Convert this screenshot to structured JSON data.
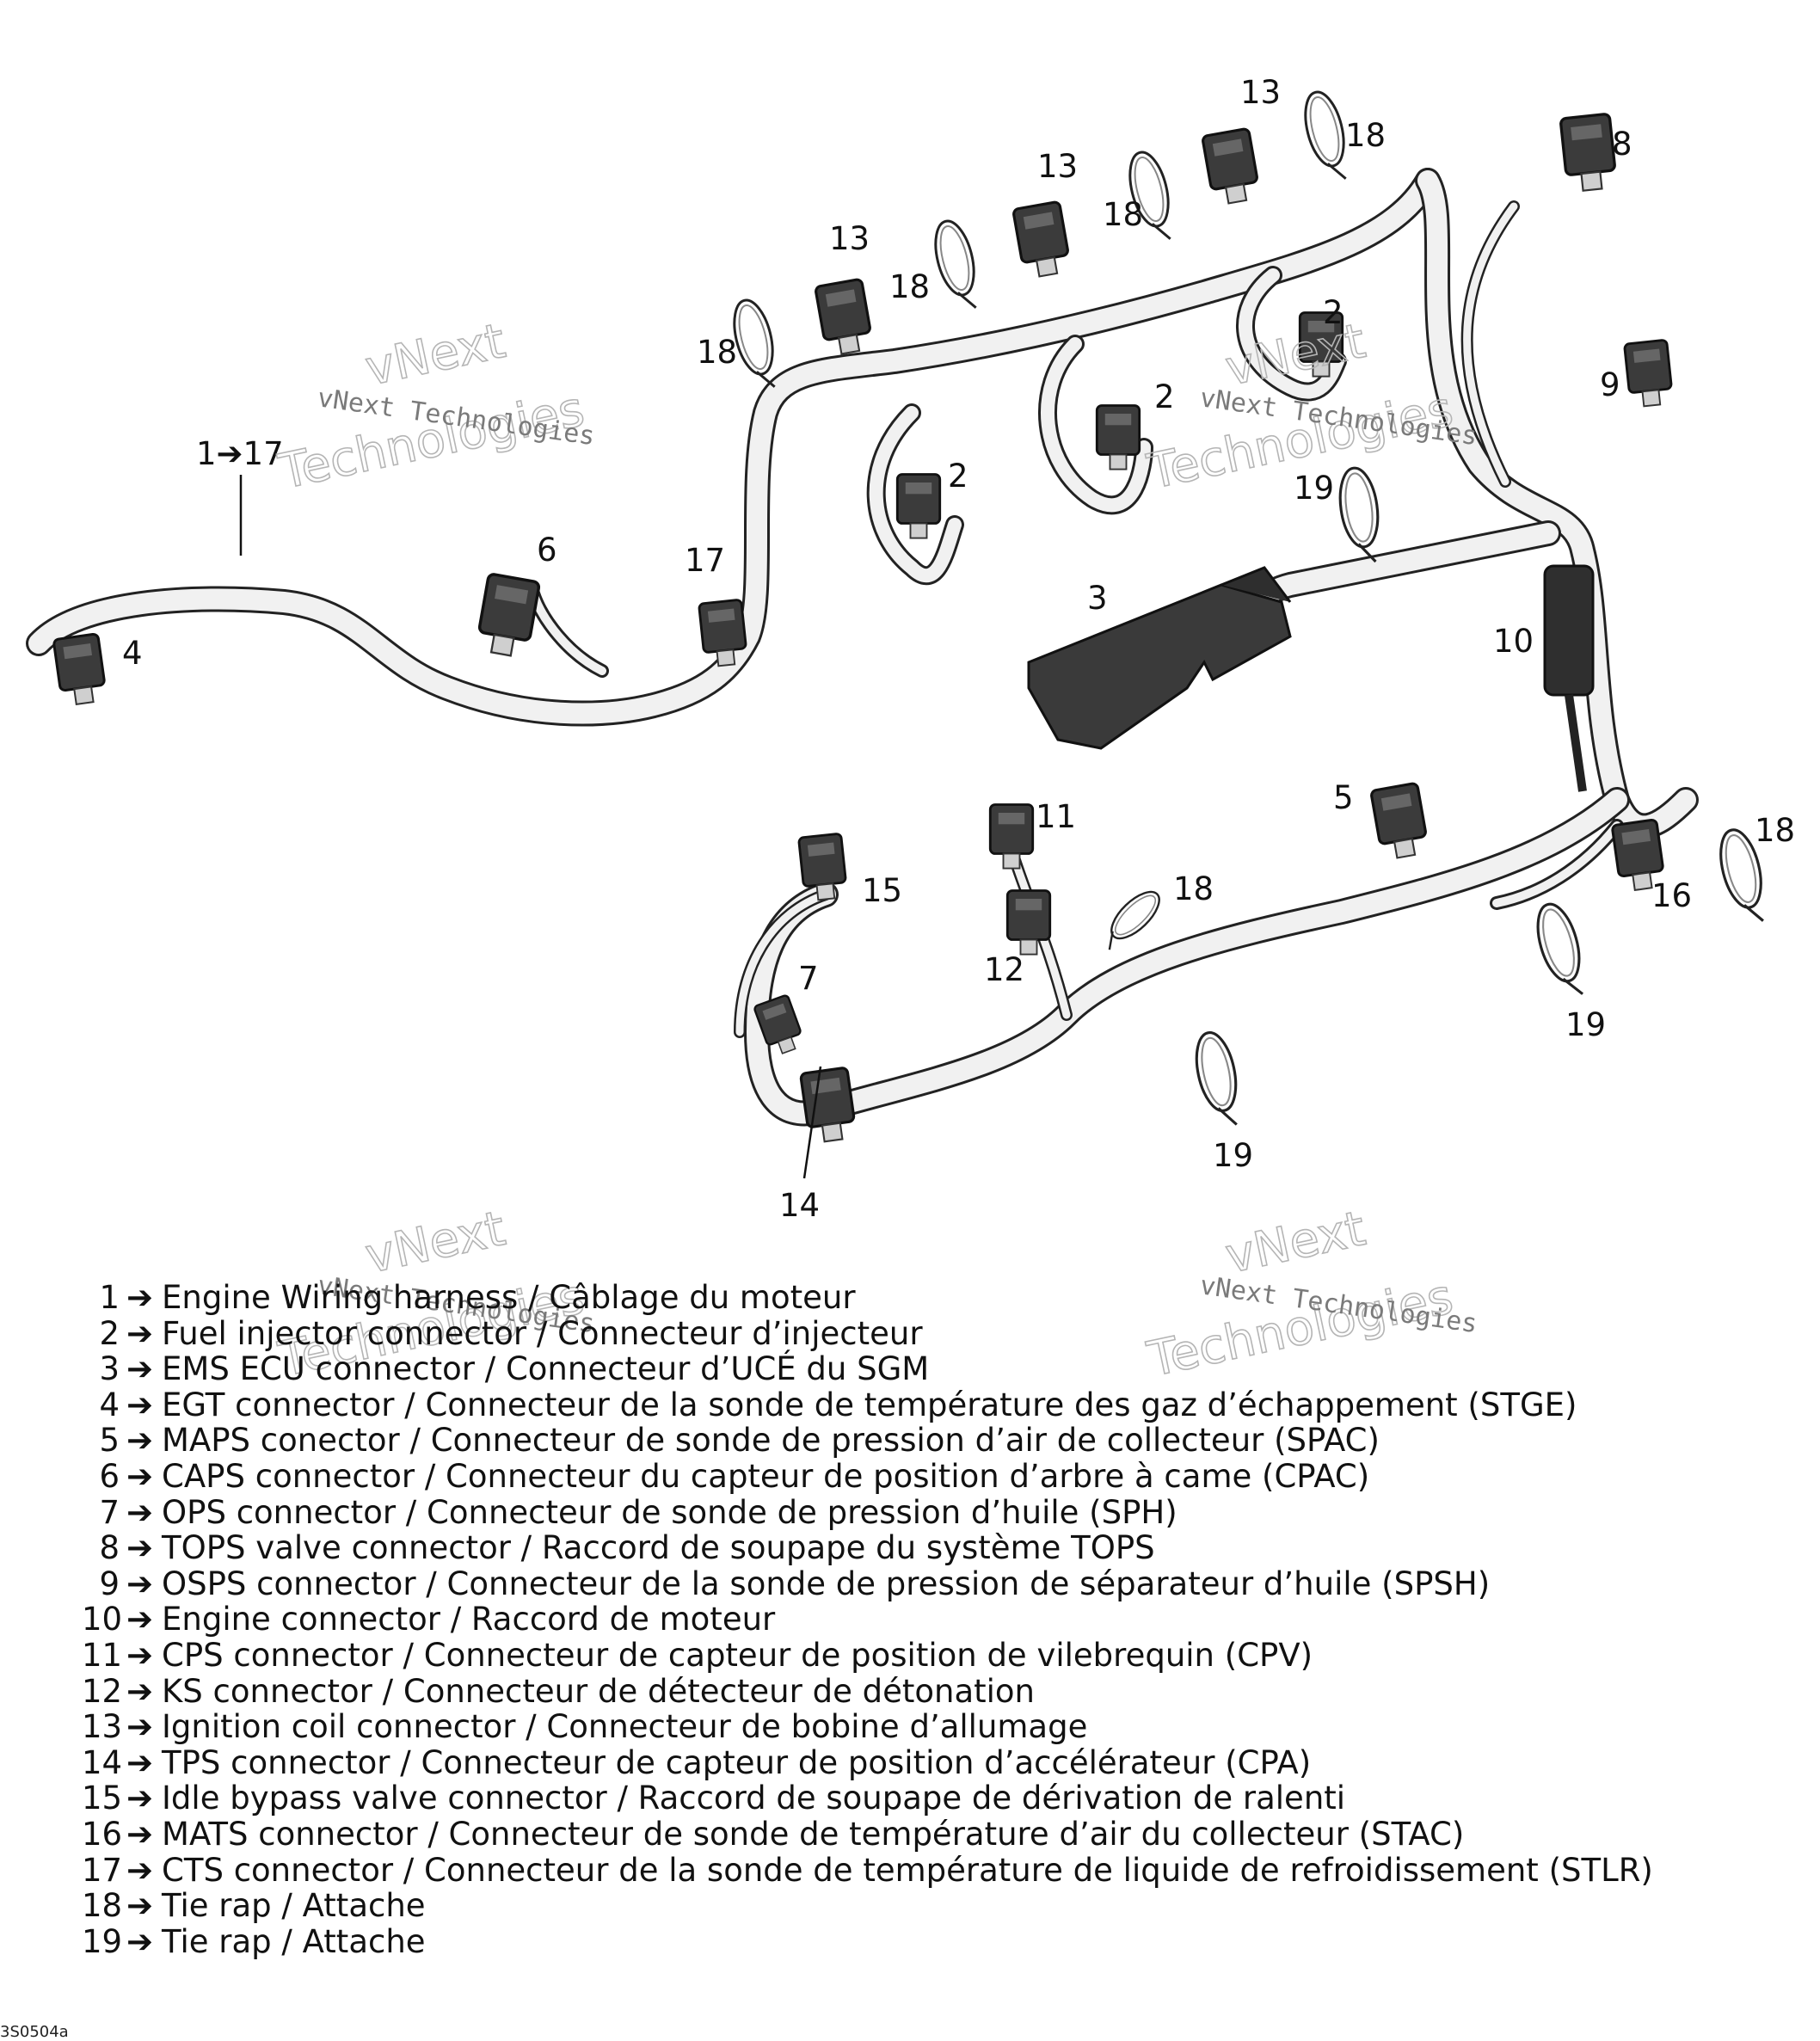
{
  "callouts": {
    "c1_17": "1➔17",
    "c2": "2",
    "c3": "3",
    "c4": "4",
    "c5": "5",
    "c6": "6",
    "c7": "7",
    "c8": "8",
    "c9": "9",
    "c10": "10",
    "c11": "11",
    "c12": "12",
    "c13": "13",
    "c14": "14",
    "c15": "15",
    "c16": "16",
    "c17": "17",
    "c18": "18",
    "c19": "19"
  },
  "watermark": {
    "brand": "vNext Technologies",
    "word1": "vNext",
    "word2": "Technologies"
  },
  "legend": {
    "arrow": "➔",
    "items": [
      {
        "num": "1",
        "text": "Engine Wiring harness / Câblage du moteur"
      },
      {
        "num": "2",
        "text": "Fuel injector connector / Connecteur d’injecteur"
      },
      {
        "num": "3",
        "text": "EMS ECU connector / Connecteur d’UCÉ du SGM"
      },
      {
        "num": "4",
        "text": "EGT connector / Connecteur de la sonde de température des gaz d’échappement (STGE)"
      },
      {
        "num": "5",
        "text": "MAPS conector / Connecteur de sonde de pression d’air de collecteur (SPAC)"
      },
      {
        "num": "6",
        "text": "CAPS connector / Connecteur du capteur de position d’arbre à came (CPAC)"
      },
      {
        "num": "7",
        "text": "OPS connector / Connecteur de sonde de pression d’huile (SPH)"
      },
      {
        "num": "8",
        "text": "TOPS valve connector / Raccord de soupape du système TOPS"
      },
      {
        "num": "9",
        "text": "OSPS connector / Connecteur de la sonde de pression de séparateur d’huile (SPSH)"
      },
      {
        "num": "10",
        "text": "Engine connector / Raccord de moteur"
      },
      {
        "num": "11",
        "text": "CPS connector / Connecteur de capteur de position de vilebrequin (CPV)"
      },
      {
        "num": "12",
        "text": "KS connector / Connecteur de détecteur de détonation"
      },
      {
        "num": "13",
        "text": "Ignition coil connector / Connecteur de bobine d’allumage"
      },
      {
        "num": "14",
        "text": "TPS connector / Connecteur de capteur de position d’accélérateur (CPA)"
      },
      {
        "num": "15",
        "text": "Idle bypass valve connector / Raccord de soupape de dérivation de ralenti"
      },
      {
        "num": "16",
        "text": "MATS connector / Connecteur de sonde de température d’air du collecteur (STAC)"
      },
      {
        "num": "17",
        "text": "CTS connector / Connecteur de la sonde de température de liquide de refroidissement (STLR)"
      },
      {
        "num": "18",
        "text": "Tie rap / Attache"
      },
      {
        "num": "19",
        "text": "Tie rap / Attache"
      }
    ]
  },
  "figure_code": "3S0504a"
}
